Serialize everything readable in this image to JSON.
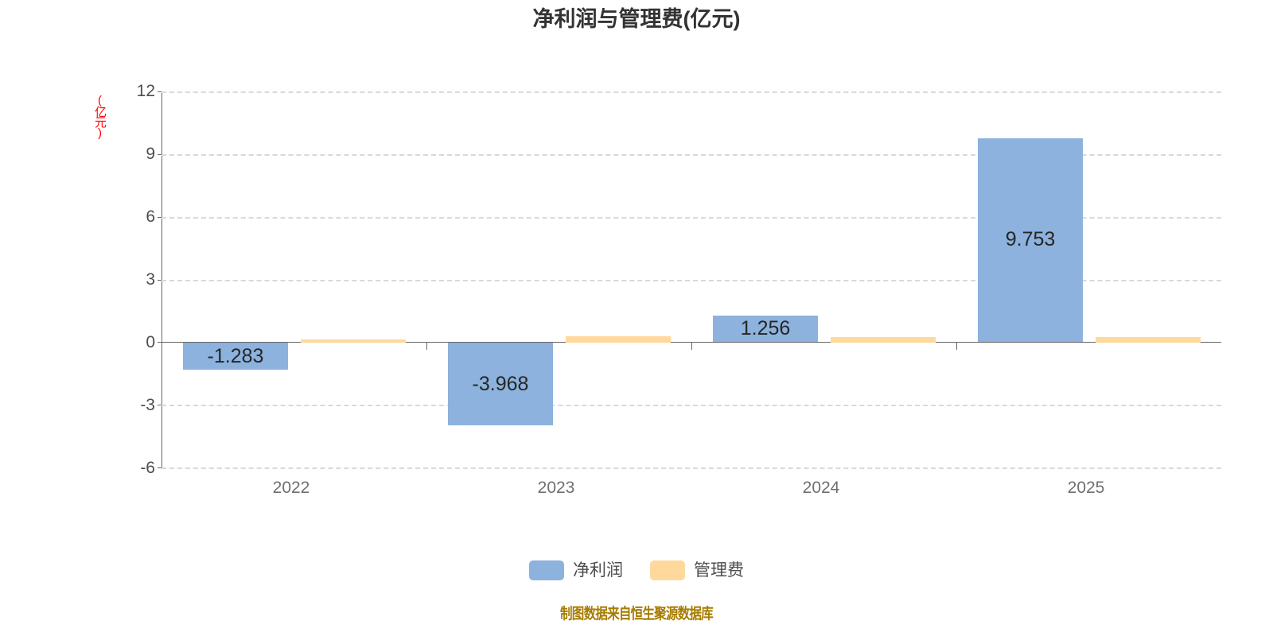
{
  "chart_data": {
    "type": "bar",
    "title": "净利润与管理费(亿元)",
    "xlabel": "",
    "ylabel": "(亿元)",
    "categories": [
      "2022",
      "2023",
      "2024",
      "2025"
    ],
    "series": [
      {
        "name": "净利润",
        "color": "#8cb2dd",
        "values": [
          -1.283,
          -3.968,
          1.256,
          9.753
        ],
        "labels": [
          "-1.283",
          "-3.968",
          "1.256",
          "9.753"
        ]
      },
      {
        "name": "管理费",
        "color": "#ffd89b",
        "values": [
          0.15,
          0.32,
          0.26,
          0.27
        ],
        "labels": [
          "",
          "",
          "",
          ""
        ]
      }
    ],
    "ylim": [
      -6,
      12
    ],
    "yticks": [
      12,
      9,
      6,
      3,
      0,
      -3,
      -6
    ],
    "ytick_labels": [
      "12",
      "9",
      "6",
      "3",
      "0",
      "-3",
      "-6"
    ],
    "grid": true,
    "grid_style": "dashed",
    "legend_position": "bottom"
  },
  "title": "净利润与管理费(亿元)",
  "axis": {
    "y_unit": "(亿元)",
    "y_unit_color": "#ff0000",
    "ticks": [
      {
        "label": "12",
        "value": 12
      },
      {
        "label": "9",
        "value": 9
      },
      {
        "label": "6",
        "value": 6
      },
      {
        "label": "3",
        "value": 3
      },
      {
        "label": "0",
        "value": 0
      },
      {
        "label": "-3",
        "value": -3
      },
      {
        "label": "-6",
        "value": -6
      }
    ],
    "x_labels": [
      "2022",
      "2023",
      "2024",
      "2025"
    ]
  },
  "bar_labels": {
    "y2022_profit": "-1.283",
    "y2023_profit": "-3.968",
    "y2024_profit": "1.256",
    "y2025_profit": "9.753"
  },
  "legend": {
    "items": [
      {
        "label": "净利润",
        "color": "#8cb2dd"
      },
      {
        "label": "管理费",
        "color": "#ffd89b"
      }
    ]
  },
  "footer": {
    "note": "制图数据来自恒生聚源数据库",
    "color": "#a67c00"
  }
}
